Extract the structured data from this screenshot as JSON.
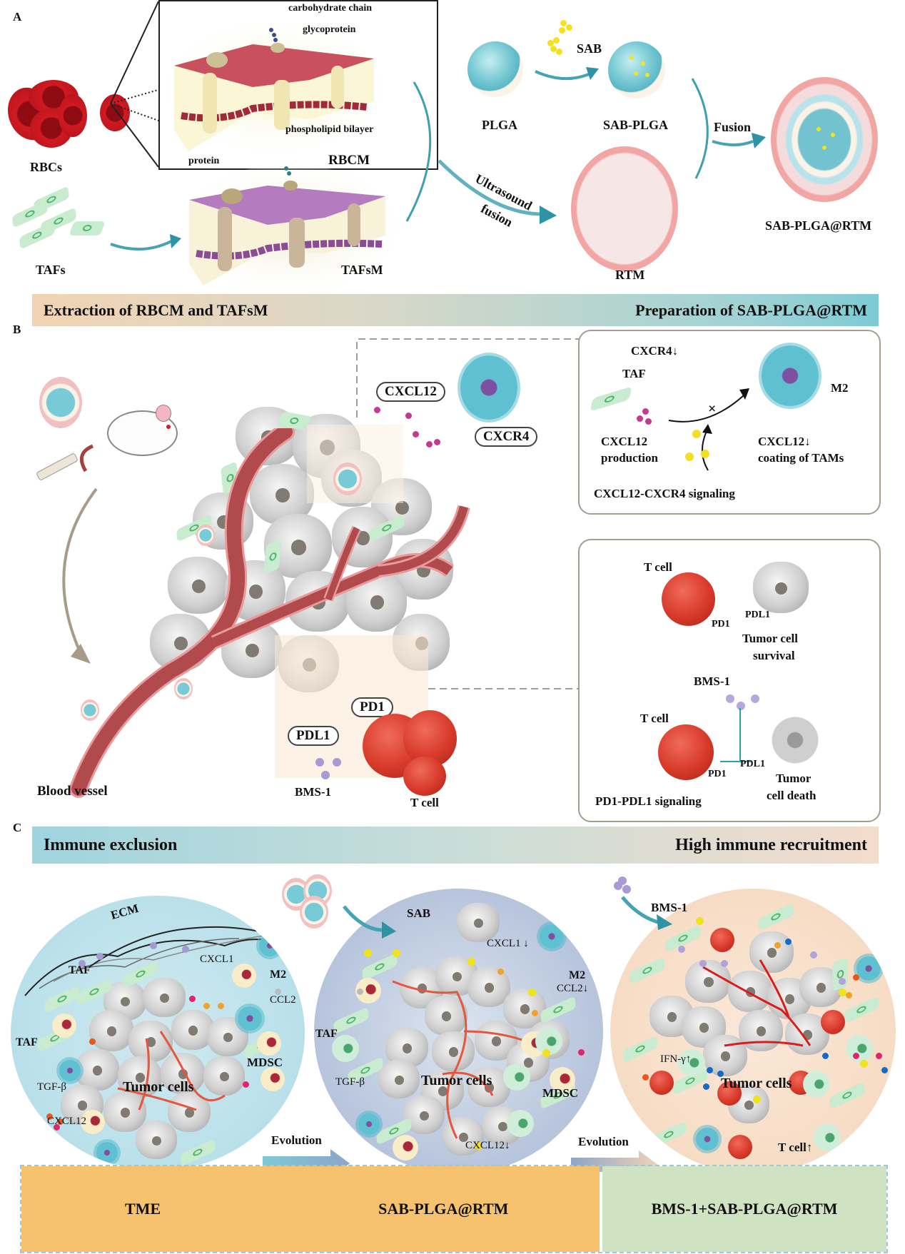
{
  "figure": {
    "panel_labels": {
      "a": "A",
      "b": "B",
      "c": "C"
    }
  },
  "panelA": {
    "rbcs_label": "RBCs",
    "tafs_label": "TAFs",
    "rbcm_box": {
      "title": "RBCM",
      "callouts": {
        "carbohydrate_chain": "carbohydrate chain",
        "glycoprotein": "glycoprotein",
        "phospholipid_bilayer": "phospholipid bilayer",
        "protein": "protein"
      }
    },
    "tafsm_label": "TAFsM",
    "plga_label": "PLGA",
    "sab_label": "SAB",
    "sab_plga_label": "SAB-PLGA",
    "ultrasound_label_1": "Ultrasound",
    "ultrasound_label_2": "fusion",
    "rtm_label": "RTM",
    "fusion_label": "Fusion",
    "final_label": "SAB-PLGA@RTM",
    "bar": {
      "left": "Extraction of RBCM and TAFsM",
      "right": "Preparation of SAB-PLGA@RTM"
    }
  },
  "panelB": {
    "cxcl12_pill": "CXCL12",
    "cxcr4_pill": "CXCR4",
    "pd1_pill": "PD1",
    "pdl1_pill": "PDL1",
    "bms1_label": "BMS-1",
    "tcell_label": "T cell",
    "blood_vessel_label": "Blood vessel",
    "box1": {
      "taf": "TAF",
      "cxcr4_down": "CXCR4↓",
      "m2": "M2",
      "cxcl12_production_1": "CXCL12",
      "cxcl12_production_2": "production",
      "cxcl12_down_1": "CXCL12↓",
      "cxcl12_down_2": "coating of TAMs",
      "signaling": "CXCL12-CXCR4 signaling",
      "block_mark": "×"
    },
    "box2": {
      "tcell_top": "T cell",
      "pd1_top": "PD1",
      "pdl1_top": "PDL1",
      "survival_1": "Tumor cell",
      "survival_2": "survival",
      "bms1": "BMS-1",
      "tcell_bottom": "T cell",
      "pd1_bottom": "PD1",
      "pdl1_bottom": "PDL1",
      "death_1": "Tumor",
      "death_2": "cell death",
      "signaling": "PD1-PDL1 signaling"
    }
  },
  "panelC": {
    "bar": {
      "left": "Immune exclusion",
      "right": "High immune recruitment"
    },
    "circle1": {
      "ecm": "ECM",
      "taf_top": "TAF",
      "cxcl1": "CXCL1",
      "m2": "M2",
      "ccl2": "CCL2",
      "taf_left": "TAF",
      "mdsc": "MDSC",
      "tgfb": "TGF-β",
      "tumor_cells": "Tumor cells",
      "cxcl12": "CXCL12"
    },
    "circle2": {
      "sab": "SAB",
      "cxcl1": "CXCL1 ↓",
      "m2": "M2",
      "ccl2": "CCL2↓",
      "taf": "TAF",
      "tgfb": "TGF-β",
      "tumor_cells": "Tumor cells",
      "mdsc": "MDSC",
      "cxcl12": "CXCL12↓"
    },
    "circle3": {
      "bms1": "BMS-1",
      "ifng": "IFN-γ↑",
      "tumor_cells": "Tumor cells",
      "tcell": "T cell↑"
    },
    "evolution_1": "Evolution",
    "evolution_2": "Evolution",
    "bottom": {
      "tme": "TME",
      "sab_plga_rtm": "SAB-PLGA@RTM",
      "combo": "BMS-1+SAB-PLGA@RTM"
    },
    "colors": {
      "orange_box": "#f6c26e",
      "green_box": "#cfe2c1",
      "circle1_bg": "#b9e0ea",
      "circle2_bg": "#a9b8d8",
      "circle3_bg": "#f6dcc4"
    }
  }
}
